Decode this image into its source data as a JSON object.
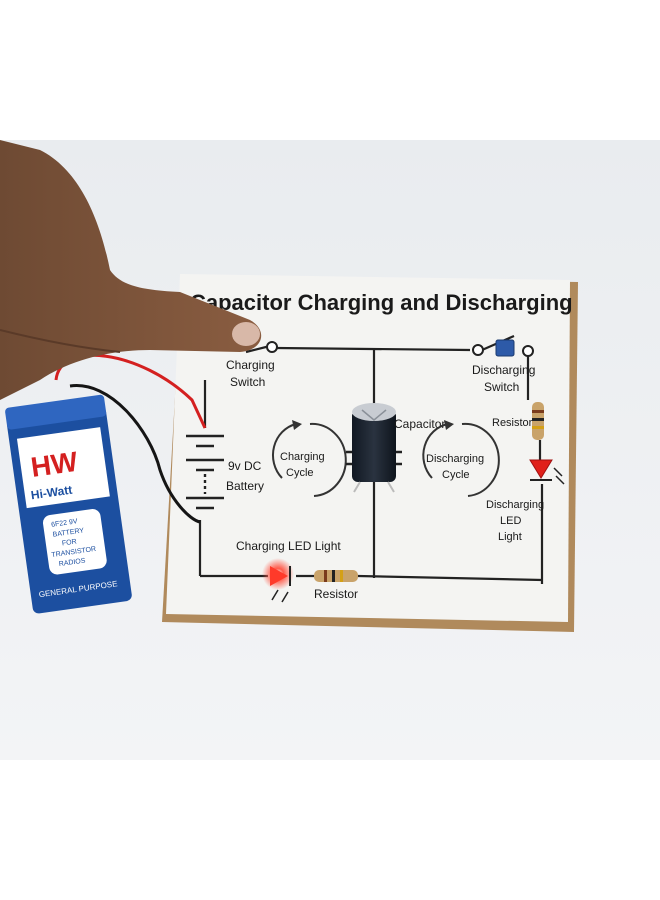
{
  "board": {
    "title": "Capacitor Charging and Discharging",
    "charging_switch": [
      "Charging",
      "Switch"
    ],
    "discharging_switch": [
      "Discharging",
      "Switch"
    ],
    "battery_label": [
      "9v DC",
      "Battery"
    ],
    "charging_cycle": [
      "Charging",
      "Cycle"
    ],
    "discharging_cycle": [
      "Discharging",
      "Cycle"
    ],
    "capacitor_label": "Capacitor",
    "resistor_top": "Resistor",
    "resistor_bottom": "Resistor",
    "discharging_led": [
      "Discharging",
      "LED",
      "Light"
    ],
    "charging_led": "Charging LED Light"
  },
  "battery": {
    "brand_logo": "HW",
    "brand_name": "Hi-Watt",
    "spec_lines": [
      "6F22 9V",
      "BATTERY",
      "FOR",
      "TRANSISTOR",
      "RADIOS"
    ],
    "footer": "GENERAL PURPOSE"
  },
  "colors": {
    "board_face": "#f4f4f2",
    "board_edge": "#b08a5c",
    "wire": "#222222",
    "led_red": "#e0201a",
    "battery_blue": "#1c4fa0"
  }
}
